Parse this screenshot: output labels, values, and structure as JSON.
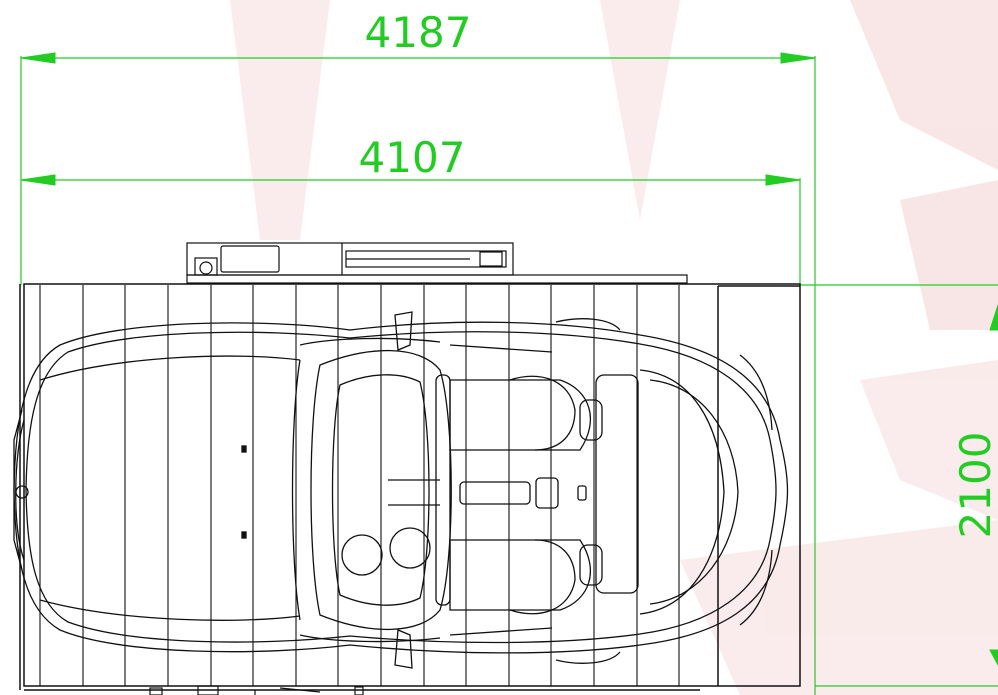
{
  "dimensions": {
    "total_length": "4187",
    "platform_length": "4107",
    "width": "2100"
  },
  "colors": {
    "dimension": "#22cc22",
    "linework": "#111111",
    "watermark": "#f3cfd0"
  }
}
